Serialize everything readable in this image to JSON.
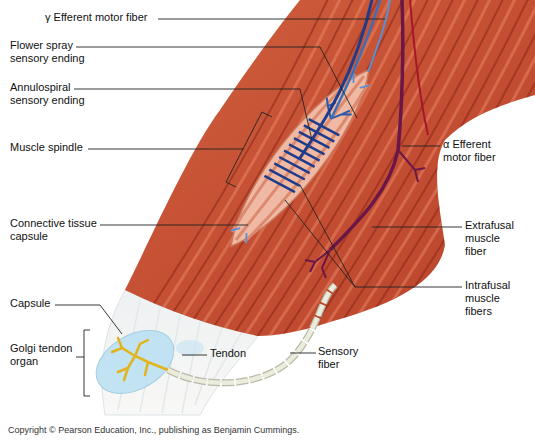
{
  "diagram": {
    "labels": [
      "γ Efferent motor fiber",
      "Flower spray sensory ending",
      "Annulospiral sensory ending",
      "Muscle spindle",
      "α Efferent motor fiber",
      "Extrafusal muscle fiber",
      "Connective tissue capsule",
      "Intrafusal muscle fibers",
      "Capsule",
      "Golgi tendon organ",
      "Tendon",
      "Sensory fiber",
      "Copyright © Pearson Education, Inc., publishing as Benjamin Cummings."
    ]
  }
}
